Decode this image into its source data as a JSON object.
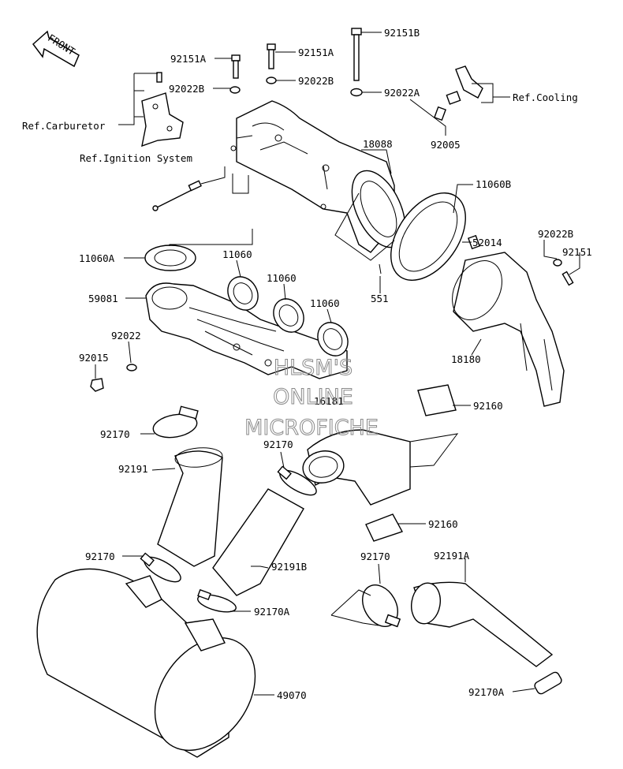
{
  "front_badge": "FRONT",
  "watermark": [
    "HLSM'S",
    "ONLINE",
    "MICROFICHE"
  ],
  "refs": {
    "carburetor": "Ref.Carburetor",
    "ignition": "Ref.Ignition System",
    "cooling": "Ref.Cooling"
  },
  "callouts": {
    "c92151A_1": "92151A",
    "c92151A_2": "92151A",
    "c92151B": "92151B",
    "c92022B_1": "92022B",
    "c92022B_2": "92022B",
    "c92022A": "92022A",
    "c92005": "92005",
    "c18088": "18088",
    "c11060B": "11060B",
    "c52014": "52014",
    "c92022B_3": "92022B",
    "c92151": "92151",
    "c11060A": "11060A",
    "c11060_1": "11060",
    "c11060_2": "11060",
    "c11060_3": "11060",
    "c59081": "59081",
    "c551": "551",
    "c92022": "92022",
    "c92015": "92015",
    "c18180": "18180",
    "c16181": "16181",
    "c92160_1": "92160",
    "c92160_2": "92160",
    "c92170_1": "92170",
    "c92170_2": "92170",
    "c92170_3": "92170",
    "c92170_4": "92170",
    "c92191": "92191",
    "c92191B": "92191B",
    "c92191A": "92191A",
    "c92170A_1": "92170A",
    "c92170A_2": "92170A",
    "c49070": "49070"
  }
}
